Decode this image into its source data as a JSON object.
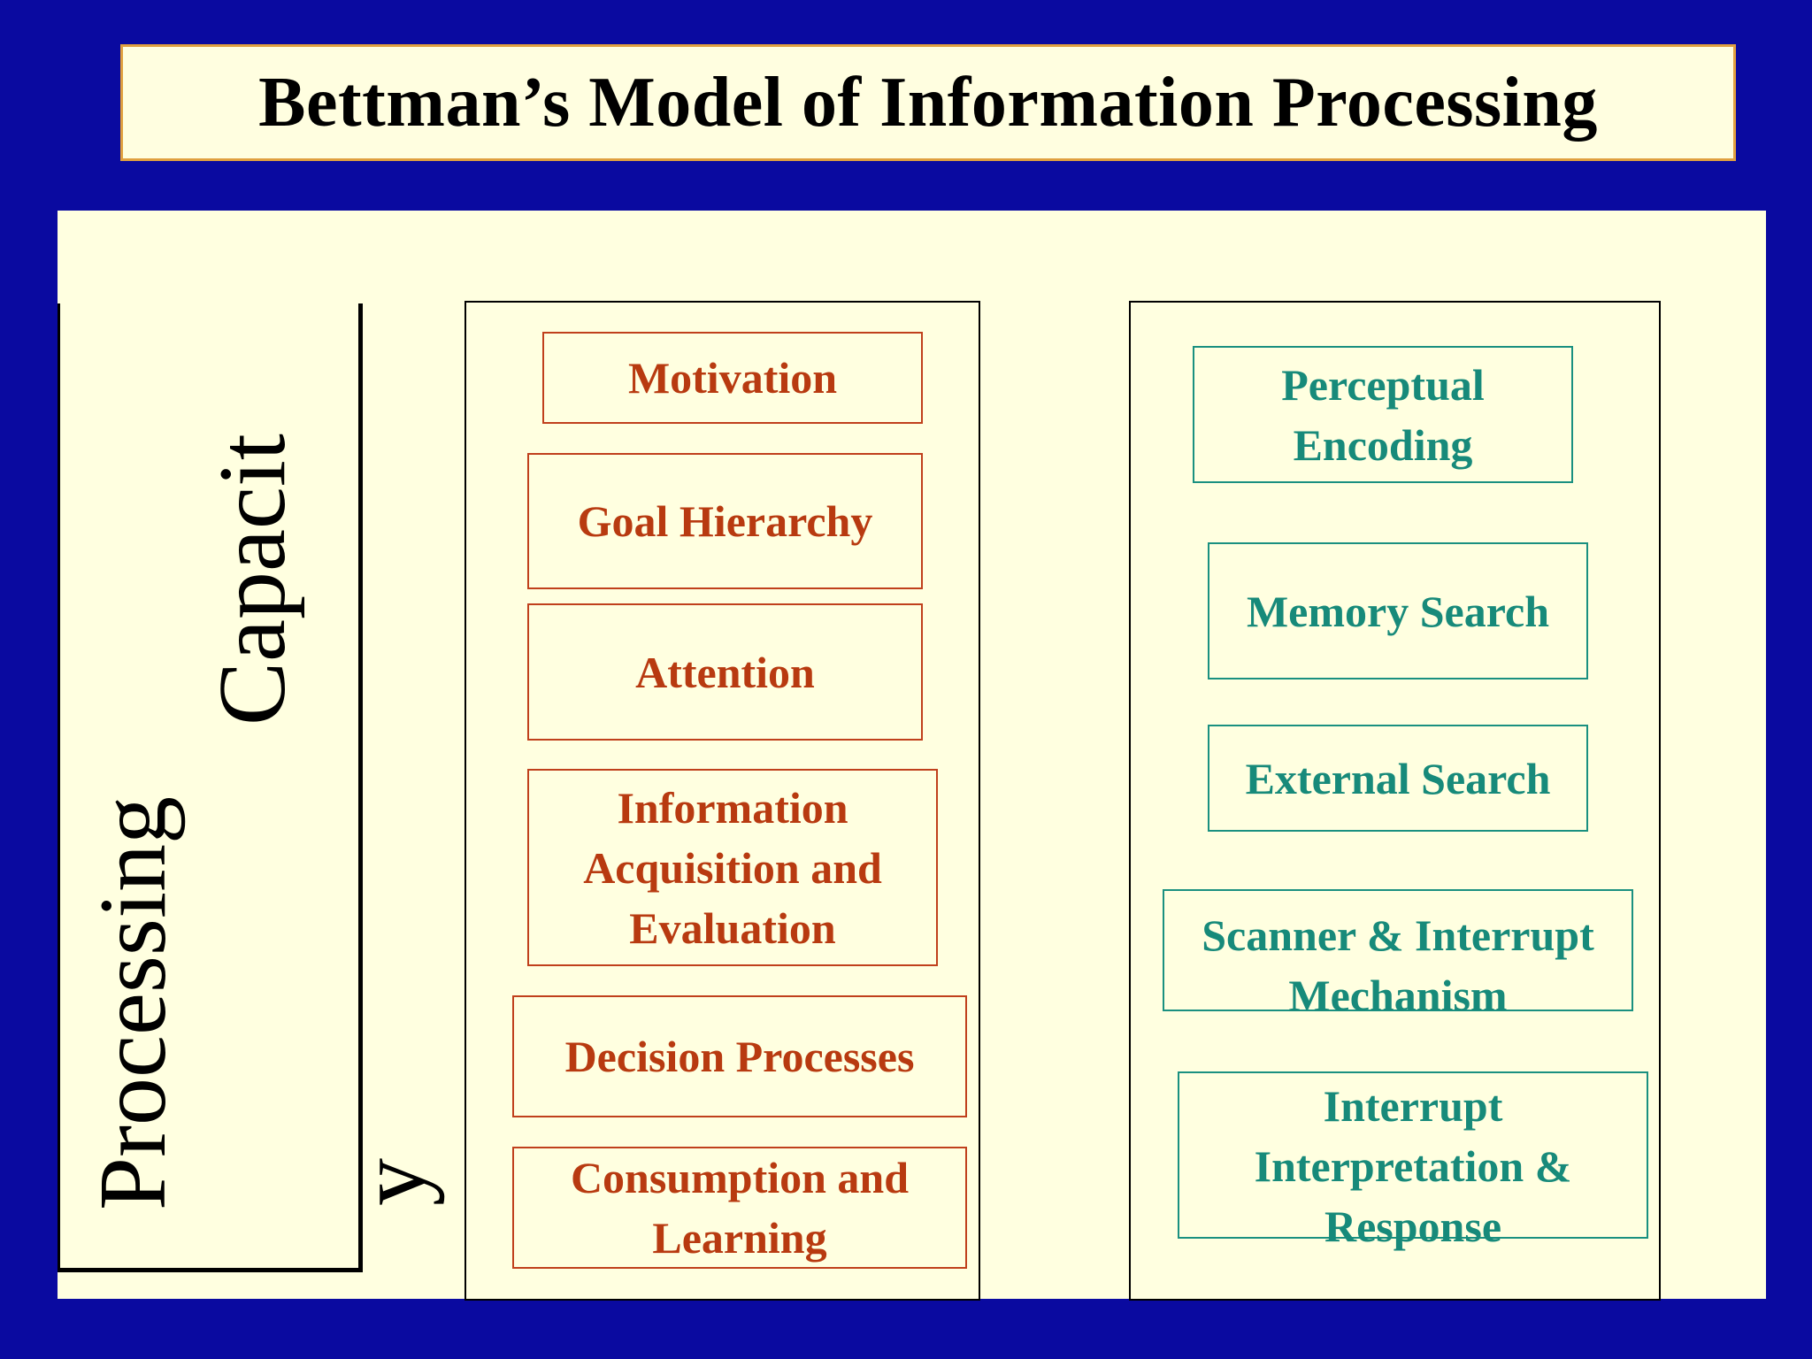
{
  "title": "Bettman’s Model of  Information Processing",
  "processing_capacity": {
    "word1": "Processing",
    "word2": "Capacit",
    "word2_overflow": "y"
  },
  "left_column": [
    "Motivation",
    "Goal Hierarchy",
    "Attention",
    "Information\nAcquisition  and\nEvaluation",
    "Decision Processes",
    "Consumption and\nLearning"
  ],
  "right_column": [
    "Perceptual\nEncoding",
    "Memory Search",
    "External Search",
    "Scanner & Interrupt\nMechanism",
    "Interrupt\nInterpretation &\nResponse"
  ],
  "colors": {
    "background": "#0a0aa0",
    "panel": "#ffffe0",
    "left_text": "#b83a10",
    "right_text": "#178a7a"
  }
}
